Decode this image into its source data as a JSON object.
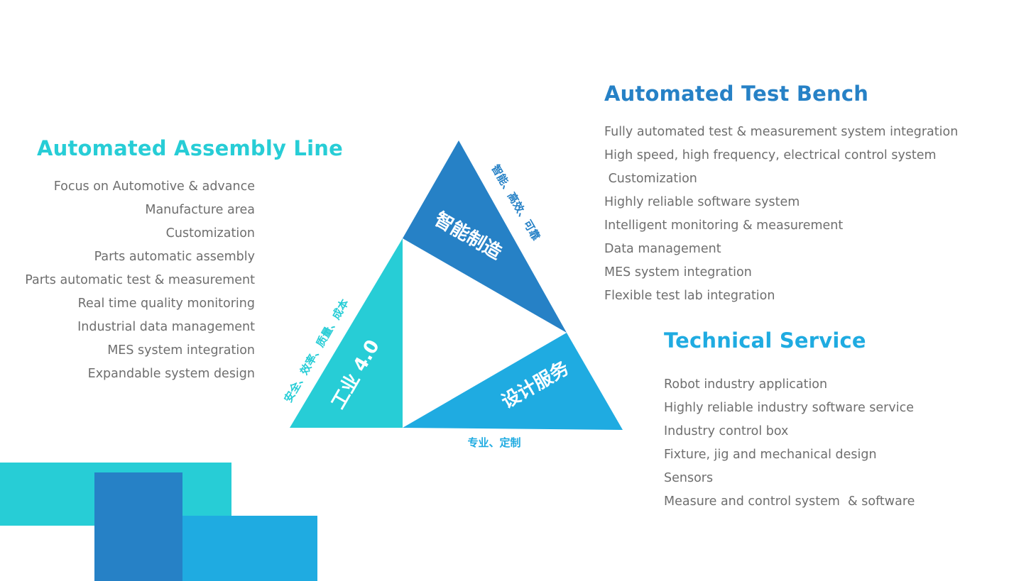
{
  "colors": {
    "teal": "#27cdd6",
    "dark_blue": "#2681c6",
    "sky_blue": "#1fabe1",
    "body_text": "#6e6e6e",
    "white": "#ffffff"
  },
  "assembly": {
    "title": "Automated Assembly Line",
    "items": [
      "Focus on Automotive & advance",
      "Manufacture area",
      "Customization",
      "Parts automatic assembly",
      "Parts automatic test & measurement",
      "Real time quality monitoring",
      "Industrial data management",
      "MES system integration",
      "Expandable system design"
    ]
  },
  "test_bench": {
    "title": "Automated Test Bench",
    "items": [
      "Fully automated test & measurement system integration",
      "High speed, high frequency, electrical control system",
      " Customization",
      "Highly reliable software system",
      "Intelligent monitoring & measurement",
      "Data management",
      "MES system integration",
      "Flexible test lab integration"
    ]
  },
  "technical": {
    "title": "Technical Service",
    "items": [
      "Robot industry application",
      "Highly reliable industry software service",
      "Industry control box",
      "Fixture, jig and mechanical design",
      "Sensors",
      "Measure and control system  & software"
    ]
  },
  "triangle": {
    "top_label": "智能制造",
    "top_tag": "智能、高效、可靠",
    "left_label": "工业 4.0",
    "left_tag": "安全、效率、质量、成本",
    "right_label": "设计服务",
    "bottom_tag": "专业、定制"
  }
}
